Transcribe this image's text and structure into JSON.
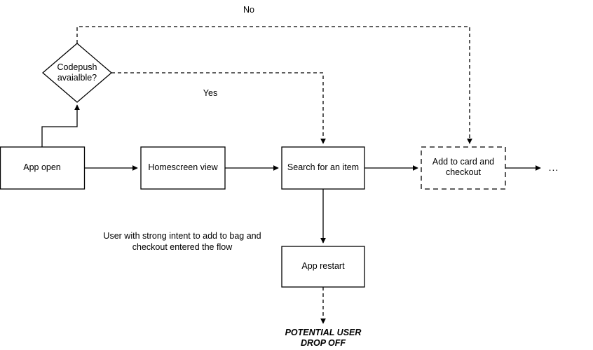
{
  "diagram": {
    "type": "flowchart",
    "title": "App open to checkout user flow",
    "background_color": "#ffffff",
    "stroke_color": "#000000",
    "text_color": "#000000"
  },
  "nodes": {
    "app_open": {
      "label": "App open",
      "shape": "rectangle",
      "border": "solid"
    },
    "codepush": {
      "label": "Codepush\navaialble?",
      "shape": "diamond",
      "border": "solid"
    },
    "homescreen": {
      "label": "Homescreen view",
      "shape": "rectangle",
      "border": "solid"
    },
    "search": {
      "label": "Search for an item",
      "shape": "rectangle",
      "border": "solid"
    },
    "add_to_cart": {
      "label": "Add to card and\ncheckout",
      "shape": "rectangle",
      "border": "dashed"
    },
    "app_restart": {
      "label": "App restart",
      "shape": "rectangle",
      "border": "solid"
    },
    "continuation": {
      "label": "...",
      "shape": "text"
    }
  },
  "edge_labels": {
    "no": "No",
    "yes": "Yes"
  },
  "annotations": {
    "intent_note": "User with strong intent to add to bag and\ncheckout entered the flow",
    "drop_off": "POTENTIAL USER\nDROP OFF"
  }
}
